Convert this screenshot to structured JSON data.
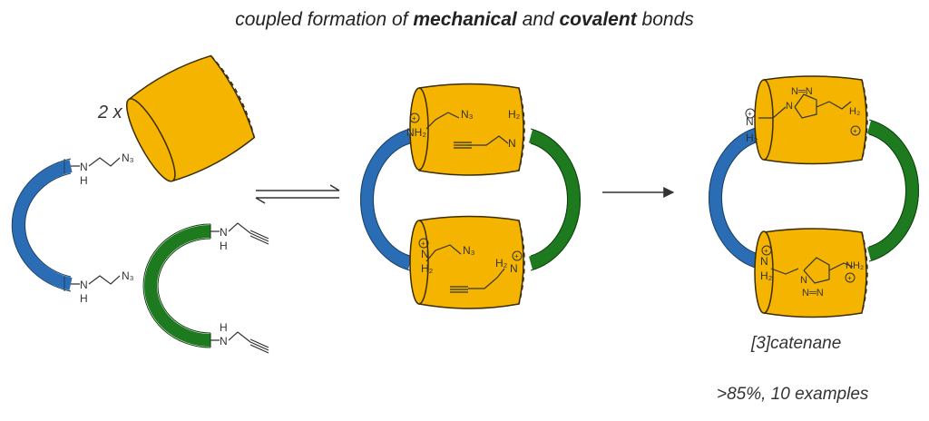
{
  "title": {
    "prefix": "coupled formation of ",
    "bold1": "mechanical",
    "middle": " and ",
    "bold2": "covalent",
    "suffix": " bonds"
  },
  "multiplier": "2 x",
  "product_label": "[3]catenane",
  "yield_label": ">85%, 10 examples",
  "atoms": {
    "N": "N",
    "H": "H",
    "N3": "N₃",
    "NH2": "NH₂",
    "H2": "H₂",
    "triazole": "N═N"
  },
  "colors": {
    "macrocycle_fill": "#F5B400",
    "macrocycle_stroke": "#3a2d00",
    "blue_strand": "#2A6DB5",
    "green_strand": "#1E7A1E",
    "bond": "#333333"
  }
}
